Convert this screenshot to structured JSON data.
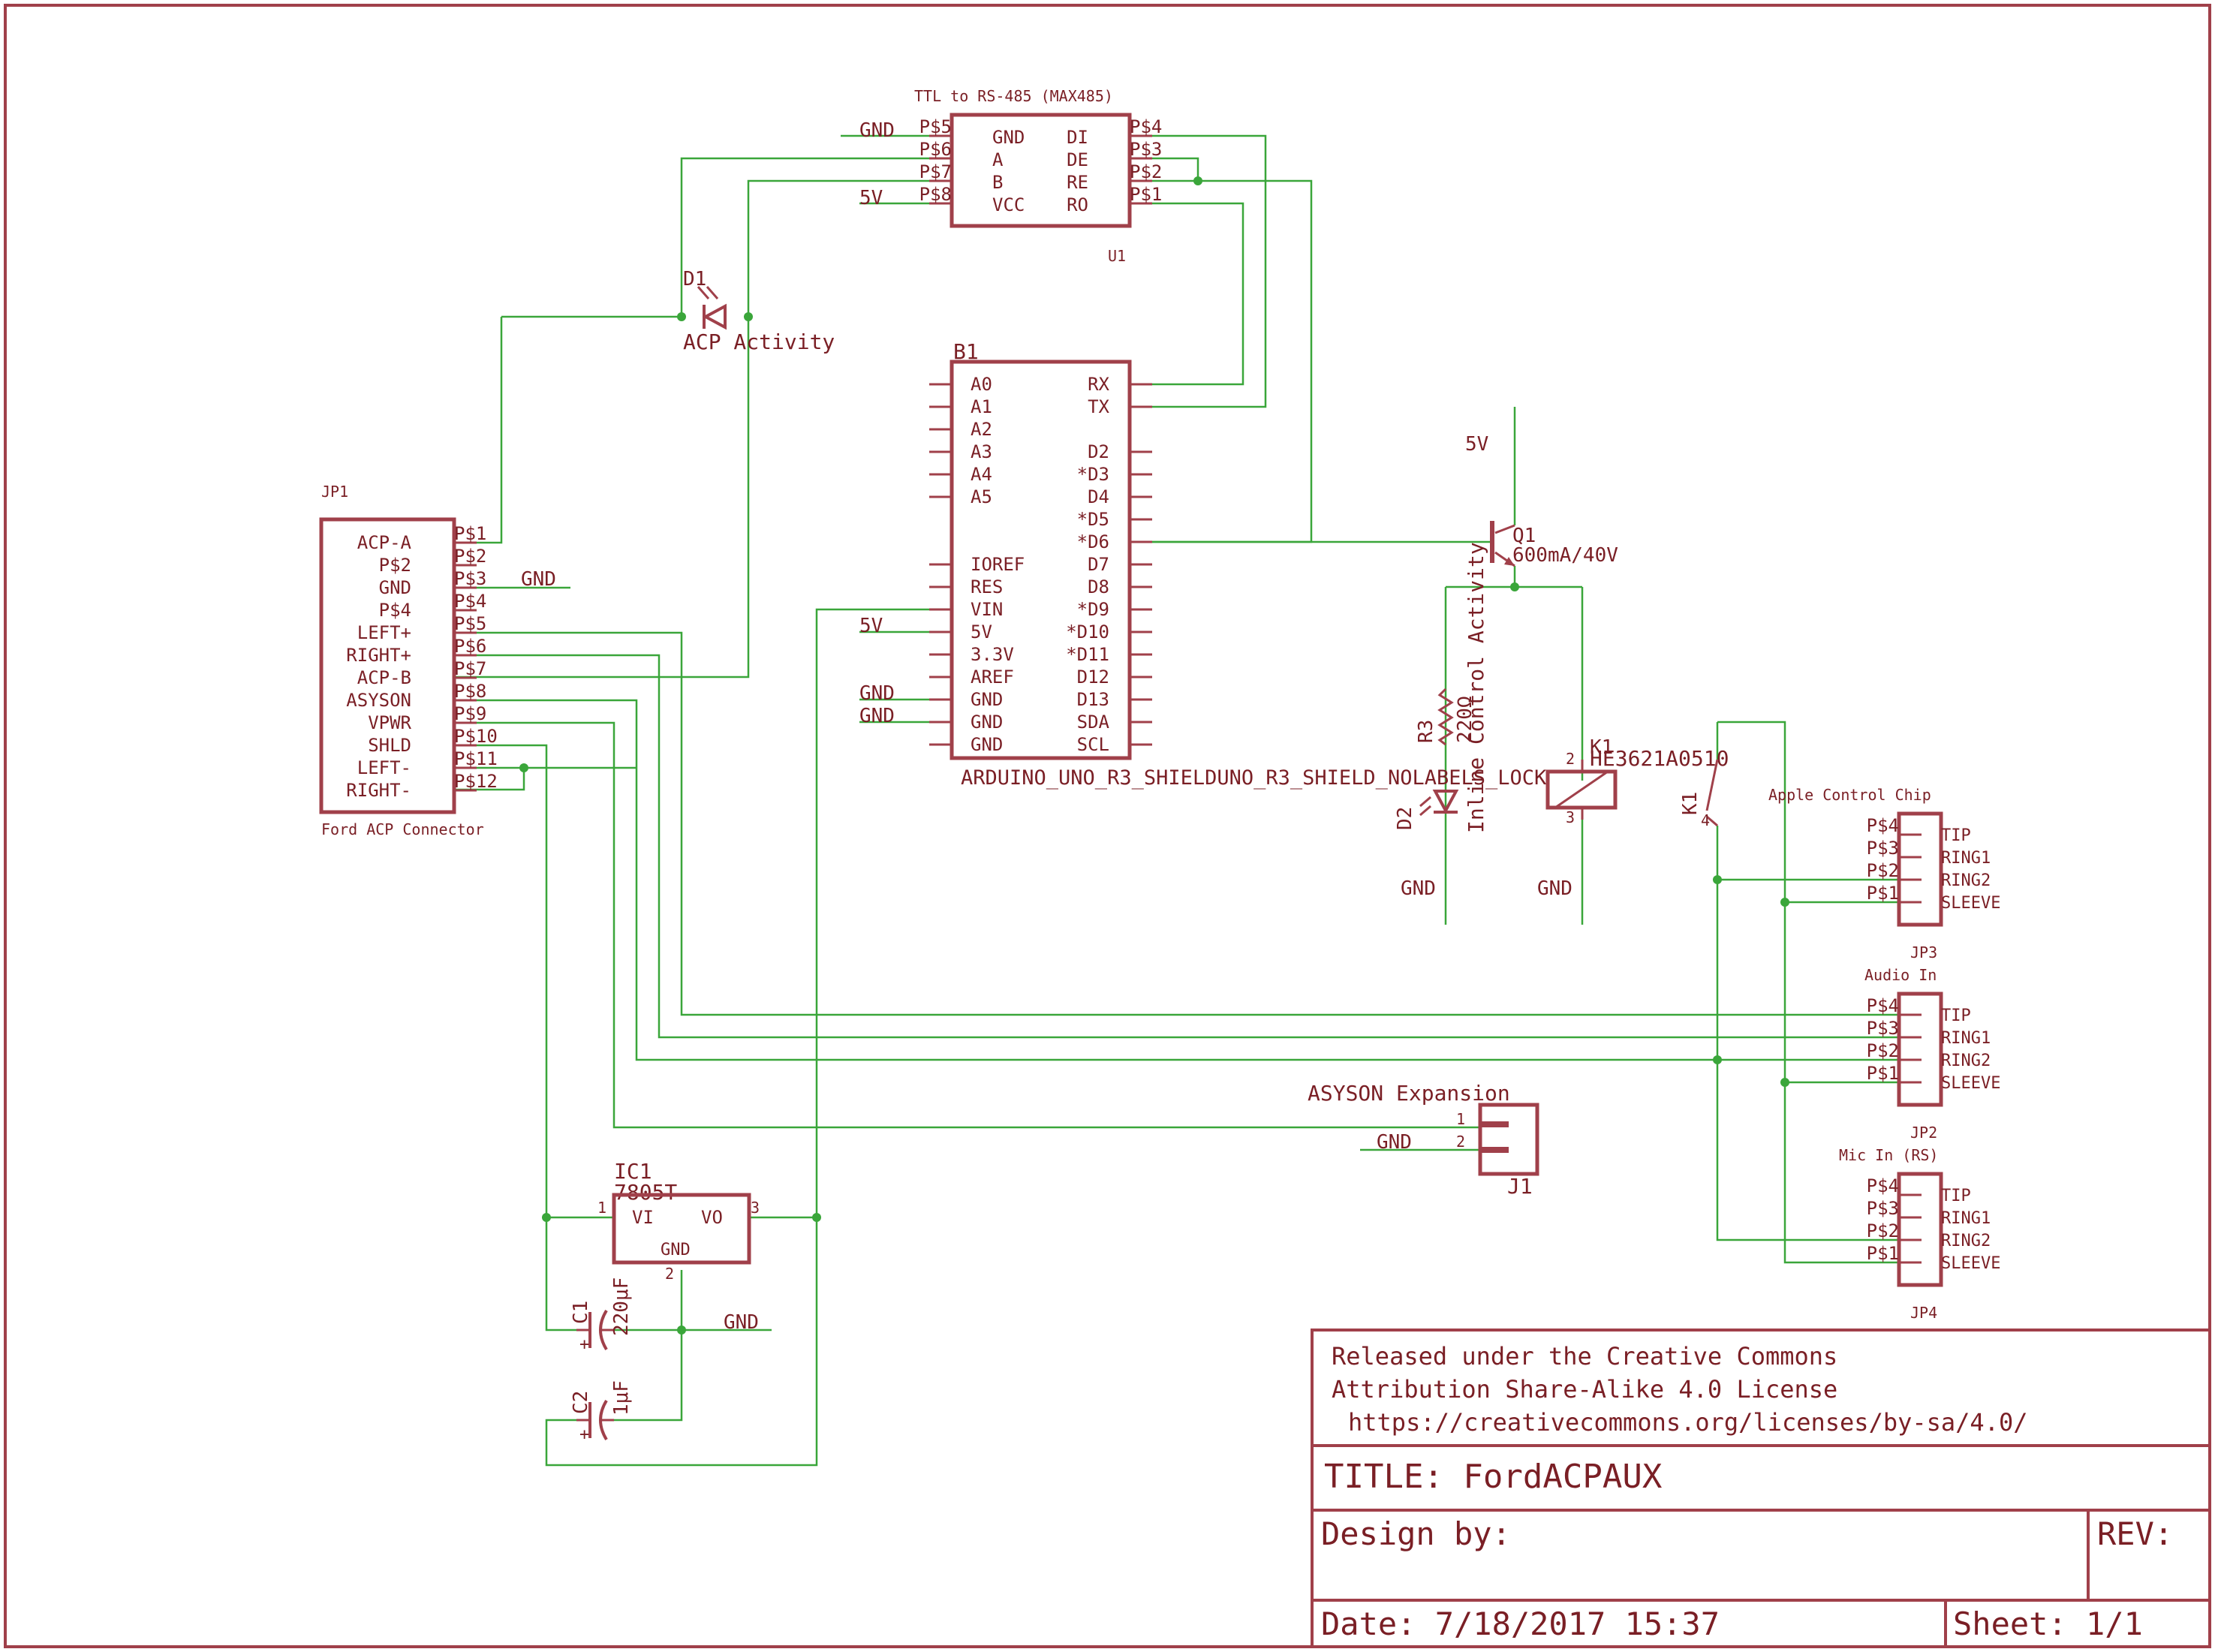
{
  "colors": {
    "wire": "#3aa63a",
    "part": "#a0404a",
    "text": "#7a1f25",
    "background": "#ffffff"
  },
  "title_block": {
    "license_line1": "Released under the Creative Commons",
    "license_line2": "Attribution Share-Alike 4.0 License",
    "license_url": "https://creativecommons.org/licenses/by-sa/4.0/",
    "title": "TITLE: FordACPAUX",
    "design_by": "Design by:",
    "rev": "REV:",
    "date": "Date: 7/18/2017 15:37",
    "sheet": "Sheet: 1/1"
  },
  "u1": {
    "caption": "TTL to RS-485 (MAX485)",
    "name": "U1",
    "left_inner": [
      "GND",
      "A",
      "B",
      "VCC"
    ],
    "right_inner": [
      "DI",
      "DE",
      "RE",
      "RO"
    ],
    "left_pads": [
      "P$5",
      "P$6",
      "P$7",
      "P$8"
    ],
    "right_pads": [
      "P$4",
      "P$3",
      "P$2",
      "P$1"
    ],
    "gnd_label": "GND",
    "vcc_label": "5V"
  },
  "d1": {
    "name": "D1",
    "value": "ACP Activity",
    "icon": "led-icon"
  },
  "b1": {
    "name": "B1",
    "value": "ARDUINO_UNO_R3_SHIELDUNO_R3_SHIELD_NOLABELS_LOCK",
    "left_pins": [
      "A0",
      "A1",
      "A2",
      "A3",
      "A4",
      "A5",
      "",
      "IOREF",
      "RES",
      "VIN",
      "5V",
      "3.3V",
      "AREF",
      "GND",
      "GND",
      "GND"
    ],
    "right_pins": [
      "RX",
      "TX",
      "",
      "D2",
      "*D3",
      "D4",
      "*D5",
      "*D6",
      "D7",
      "D8",
      "*D9",
      "*D10",
      "*D11",
      "D12",
      "D13",
      "SDA",
      "SCL"
    ],
    "net_5v": "5V",
    "net_gnd1": "GND",
    "net_gnd2": "GND"
  },
  "jp1": {
    "name": "JP1",
    "value": "Ford ACP Connector",
    "pins": [
      "ACP-A",
      "P$2",
      "GND",
      "P$4",
      "LEFT+",
      "RIGHT+",
      "ACP-B",
      "ASYSON",
      "VPWR",
      "SHLD",
      "LEFT-",
      "RIGHT-"
    ],
    "pads": [
      "P$1",
      "P$2",
      "P$3",
      "P$4",
      "P$5",
      "P$6",
      "P$7",
      "P$8",
      "P$9",
      "P$10",
      "P$11",
      "P$12"
    ],
    "gnd_label": "GND"
  },
  "q1": {
    "name": "Q1",
    "value": "600mA/40V",
    "supply": "5V"
  },
  "d2": {
    "name": "D2",
    "value": "Inline Control Activity",
    "icon": "led-icon"
  },
  "r3": {
    "name": "R3",
    "value": "220Ω",
    "icon": "resistor-icon"
  },
  "k1": {
    "name": "K1",
    "value": "HE3621A0510",
    "contact_name": "K1",
    "pin2": "2",
    "pin3": "3",
    "pin4": "4",
    "icon": "relay-icon"
  },
  "gnd_d2": "GND",
  "gnd_k1": "GND",
  "jacks": [
    {
      "caption": "Apple Control Chip",
      "name": "JP3",
      "pads": [
        "P$4",
        "P$3",
        "P$2",
        "P$1"
      ],
      "pins": [
        "TIP",
        "RING1",
        "RING2",
        "SLEEVE"
      ]
    },
    {
      "caption": "Audio In",
      "name": "JP2",
      "pads": [
        "P$4",
        "P$3",
        "P$2",
        "P$1"
      ],
      "pins": [
        "TIP",
        "RING1",
        "RING2",
        "SLEEVE"
      ]
    },
    {
      "caption": "Mic In (RS)",
      "name": "JP4",
      "pads": [
        "P$4",
        "P$3",
        "P$2",
        "P$1"
      ],
      "pins": [
        "TIP",
        "RING1",
        "RING2",
        "SLEEVE"
      ]
    }
  ],
  "j1": {
    "caption": "ASYSON Expansion",
    "name": "J1",
    "pin1": "1",
    "pin2": "2",
    "gnd_label": "GND"
  },
  "ic1": {
    "name": "IC1",
    "value": "7805T",
    "vi": "VI",
    "vo": "VO",
    "gnd": "GND",
    "pin1": "1",
    "pin2": "2",
    "pin3": "3"
  },
  "c1": {
    "name": "C1",
    "value": "220μF",
    "icon": "capacitor-icon"
  },
  "c2": {
    "name": "C2",
    "value": "1μF",
    "icon": "capacitor-icon"
  },
  "gnd_reg": "GND"
}
